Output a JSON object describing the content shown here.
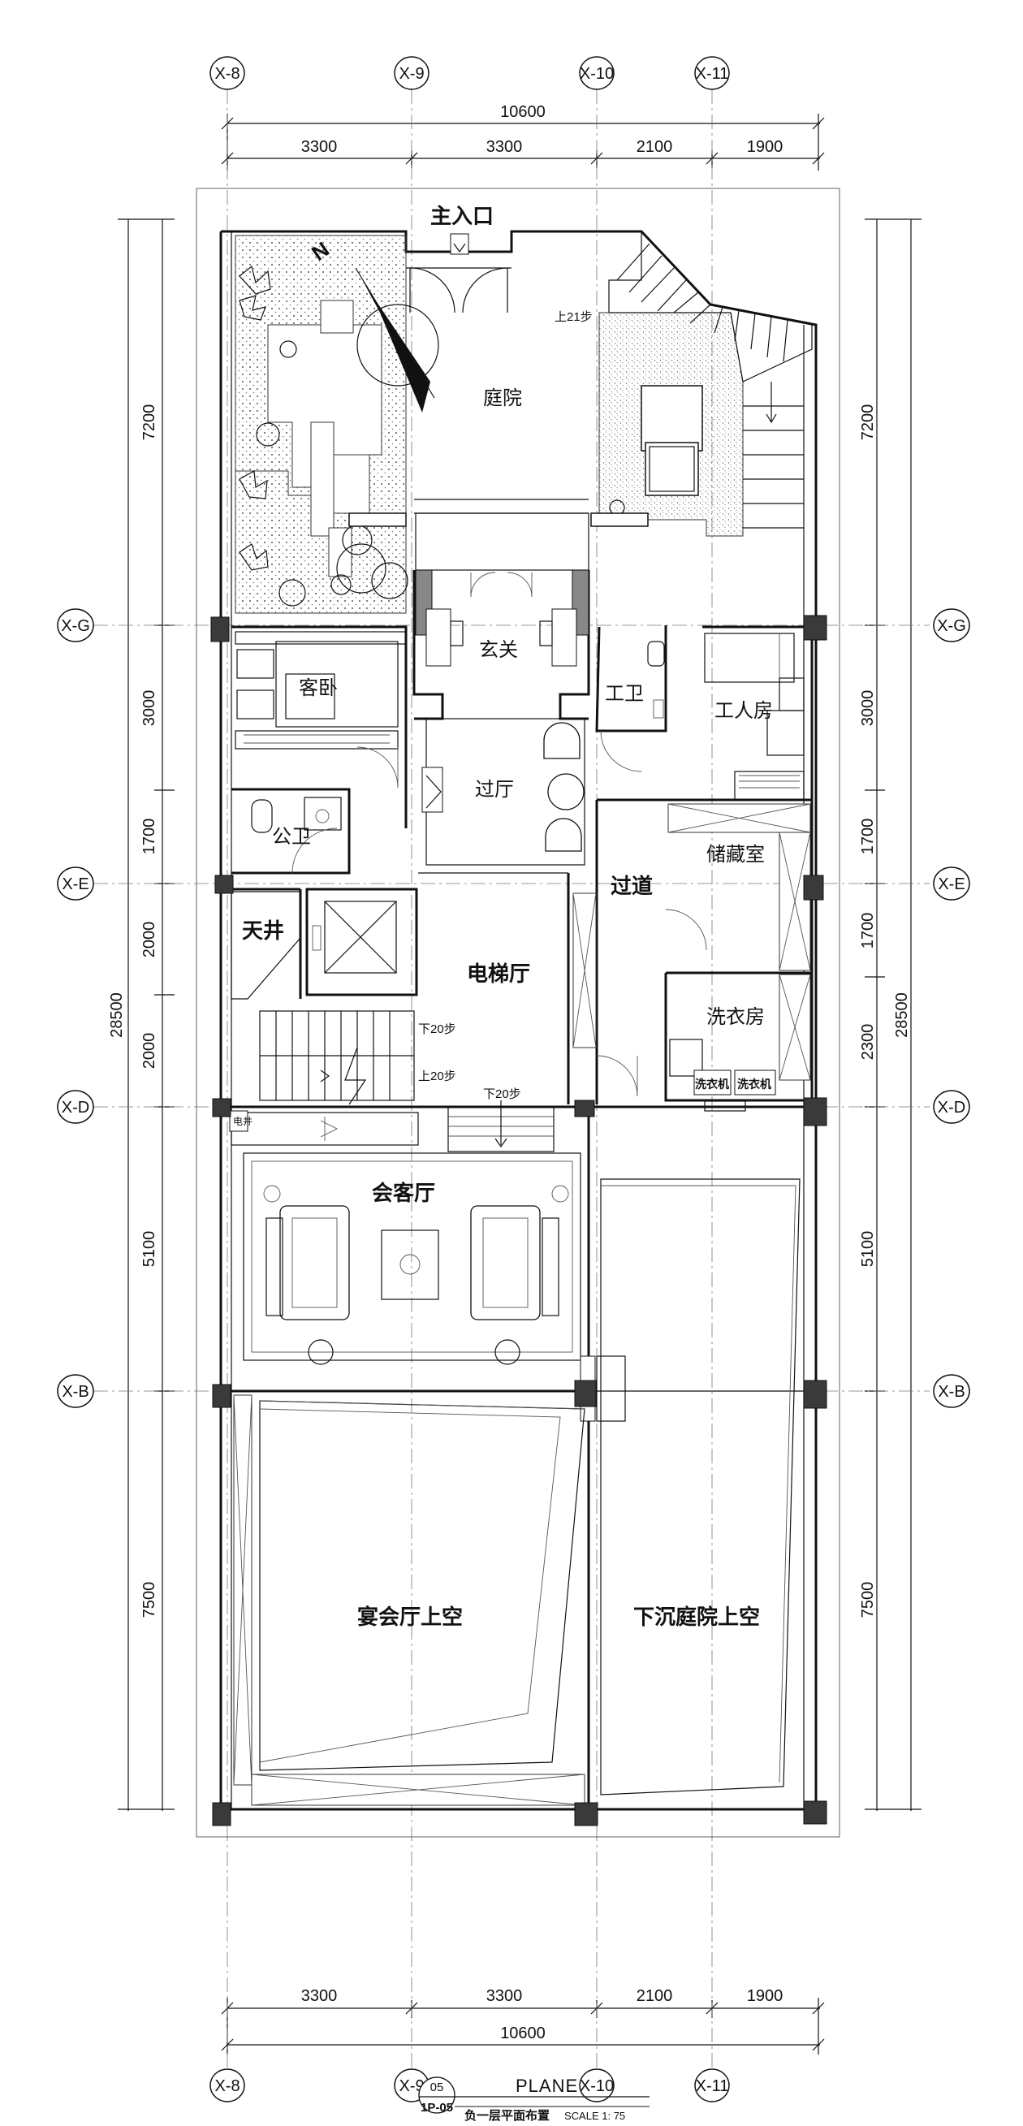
{
  "grid_columns": [
    {
      "label": "X-8"
    },
    {
      "label": "X-9"
    },
    {
      "label": "X-10"
    },
    {
      "label": "X-11"
    }
  ],
  "grid_rows": [
    {
      "label": "X-G"
    },
    {
      "label": "X-E"
    },
    {
      "label": "X-D"
    },
    {
      "label": "X-B"
    }
  ],
  "dims_horizontal": {
    "total": "10600",
    "segments": [
      "3300",
      "3300",
      "2100",
      "1900"
    ]
  },
  "dims_vertical_left": {
    "total": "28500",
    "segments": [
      "7200",
      "3000",
      "1700",
      "2000",
      "2000",
      "5100",
      "7500"
    ]
  },
  "dims_vertical_right": {
    "total": "28500",
    "segments": [
      "7200",
      "3000",
      "1700",
      "1700",
      "2300",
      "5100",
      "7500"
    ]
  },
  "rooms": {
    "main_entrance": "主入口",
    "courtyard": "庭院",
    "foyer": "玄关",
    "hall": "过厅",
    "guest_bedroom": "客卧",
    "public_bath": "公卫",
    "staff_bath": "工卫",
    "staff_room": "工人房",
    "storage": "储藏室",
    "corridor": "过道",
    "lightwell": "天井",
    "elevator_hall": "电梯厅",
    "laundry": "洗衣房",
    "washer_1": "洗衣机",
    "washer_2": "洗衣机",
    "reception": "会客厅",
    "banquet_void": "宴会厅上空",
    "sunken_void": "下沉庭院上空",
    "elec": "电井"
  },
  "stair_notes": {
    "up21": "上21步",
    "down20_a": "下20步",
    "up20": "上20步",
    "down20_b": "下20步"
  },
  "north_label": "N",
  "title_block": {
    "number": "05",
    "sheet": "1P-05",
    "title_en": "PLANE",
    "title_cn": "负一层平面布置",
    "scale": "SCALE  1: 75"
  }
}
